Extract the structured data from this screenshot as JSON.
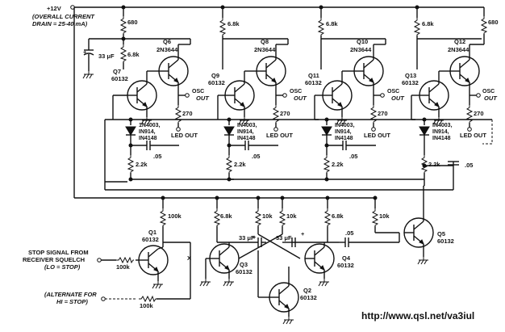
{
  "supply": {
    "voltage": "+12V",
    "note_line1": "(OVERALL CURRENT",
    "note_line2": "DRAIN = 25-40 mA)"
  },
  "stages": [
    {
      "q_small": "Q7",
      "q_small_type": "60132",
      "q_big": "Q6",
      "q_big_type": "2N3644",
      "top_res": "680",
      "mid_res": "6.8k",
      "emit_res": "270",
      "diode": [
        "1N4003,",
        "IN914,",
        "IN4148"
      ],
      "base_res": "2.2k",
      "cap": ".05",
      "osc": [
        "OSC",
        "OUT"
      ],
      "led": "LED OUT"
    },
    {
      "q_small": "Q9",
      "q_small_type": "60132",
      "q_big": "Q8",
      "q_big_type": "2N3644",
      "top_res": "6.8k",
      "emit_res": "270",
      "diode": [
        "IN4003,",
        "IN914,",
        "IN4148"
      ],
      "base_res": "2.2k",
      "cap": ".05",
      "osc": [
        "OSC",
        "OUT"
      ],
      "led": "LED OUT"
    },
    {
      "q_small": "Q11",
      "q_small_type": "60132",
      "q_big": "Q10",
      "q_big_type": "2N3644",
      "top_res": "6.8k",
      "emit_res": "270",
      "diode": [
        "IN4003,",
        "IN914,",
        "IN4148"
      ],
      "base_res": "2.2k",
      "cap": ".05",
      "osc": [
        "OSC",
        "OUT"
      ],
      "led": "LED OUT"
    },
    {
      "q_small": "Q13",
      "q_small_type": "60132",
      "q_big": "Q12",
      "q_big_type": "2N3644",
      "top_res": "6.8k",
      "top_res2": "680",
      "emit_res": "270",
      "diode": [
        "IN4003,",
        "IN914,",
        "IN4148"
      ],
      "base_res": "2.2k",
      "cap": ".05",
      "osc": [
        "OSC",
        "OUT"
      ],
      "led": "LED OUT"
    }
  ],
  "startup_cap": "33 μF",
  "lower": {
    "q1": "Q1",
    "q1_type": "60132",
    "q2": "Q2",
    "q2_type": "60132",
    "q3": "Q3",
    "q3_type": "60132",
    "q4": "Q4",
    "q4_type": "60132",
    "q5": "Q5",
    "q5_type": "60132",
    "r_q1": "100k",
    "r_in1": "100k",
    "r_in2": "100k",
    "r_q3": "6.8k",
    "r_x1": "10k",
    "r_x2": "10k",
    "r_q4": "6.8k",
    "r_q5": "10k",
    "c_q3": "33 μF",
    "c_q4": "33 μF",
    "c_out": ".05",
    "x_mark": "X",
    "input1": [
      "STOP SIGNAL FROM",
      "RECEIVER SQUELCH",
      "(LO = STOP)"
    ],
    "input2": "(ALTERNATE FOR",
    "input2b": "HI = STOP)"
  },
  "url": "http://www.qsl.net/va3iul"
}
